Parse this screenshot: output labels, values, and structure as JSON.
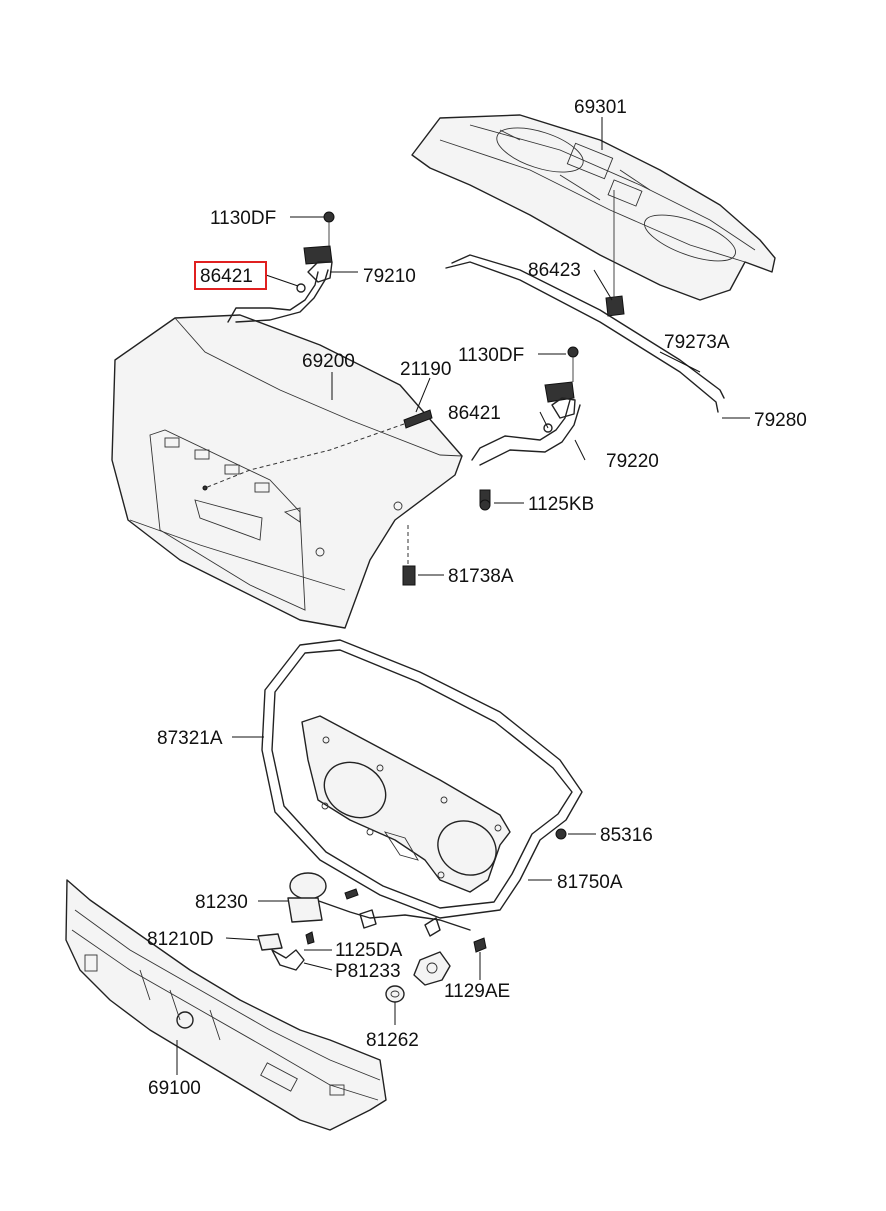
{
  "parts": {
    "p69301": "69301",
    "p1130df_top": "1130DF",
    "p86421_highlighted": "86421",
    "p79210": "79210",
    "p86423": "86423",
    "p79273a": "79273A",
    "p69200": "69200",
    "p21190": "21190",
    "p1130df_right": "1130DF",
    "p86421_right": "86421",
    "p79280": "79280",
    "p79220": "79220",
    "p1125kb": "1125KB",
    "p81738a": "81738A",
    "p87321a": "87321A",
    "p85316": "85316",
    "p81750a": "81750A",
    "p81230": "81230",
    "p81210d": "81210D",
    "p1125da": "1125DA",
    "p81233": "P81233",
    "p1129ae": "1129AE",
    "p81262": "81262",
    "p69100": "69100"
  },
  "highlight_color": "#e02020"
}
